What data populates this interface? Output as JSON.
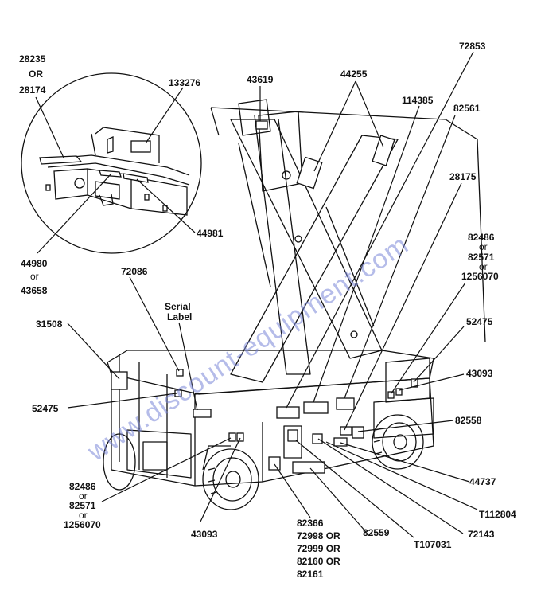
{
  "watermark": "www.discount-equipment.com",
  "colors": {
    "line": "#111111",
    "watermark": "#7a86d8",
    "background": "#ffffff"
  },
  "callouts": {
    "c28235": "28235",
    "c_or1": "OR",
    "c28174": "28174",
    "c133276": "133276",
    "c43619": "43619",
    "c44255": "44255",
    "c72853": "72853",
    "c114385": "114385",
    "c82561": "82561",
    "c28175": "28175",
    "c44981": "44981",
    "c44980": "44980",
    "c_or2": "or",
    "c43658": "43658",
    "c72086": "72086",
    "c_serial1": "Serial",
    "c_serial2": "Label",
    "c82486r_1": "82486",
    "c82486r_2": "or",
    "c82486r_3": "82571",
    "c82486r_4": "or",
    "c82486r_5": "1256070",
    "c31508": "31508",
    "c52475r": "52475",
    "c43093r": "43093",
    "c52475l": "52475",
    "c82558": "82558",
    "c44737": "44737",
    "c82486l_1": "82486",
    "c82486l_2": "or",
    "c82486l_3": "82571",
    "c82486l_4": "or",
    "c82486l_5": "1256070",
    "cT112804": "T112804",
    "c43093l": "43093",
    "c72143": "72143",
    "c82366_1": "82366",
    "c82366_2": "72998 OR",
    "c82366_3": "72999 OR",
    "c82366_4": "82160 OR",
    "c82366_5": "82161",
    "c82559": "82559",
    "cT107031": "T107031"
  }
}
